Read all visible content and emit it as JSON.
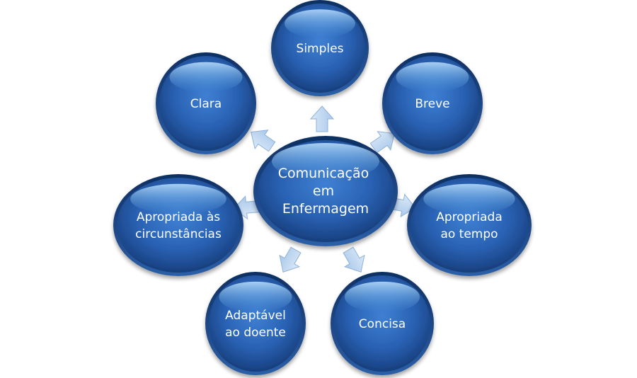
{
  "center": {
    "lines": [
      "Comunicação",
      "em",
      "Enfermagem"
    ]
  },
  "nodes": [
    {
      "id": "simples",
      "lines": [
        "Simples"
      ]
    },
    {
      "id": "breve",
      "lines": [
        "Breve"
      ]
    },
    {
      "id": "apropriada-ao-tempo",
      "lines": [
        "Apropriada",
        "ao tempo"
      ]
    },
    {
      "id": "concisa",
      "lines": [
        "Concisa"
      ]
    },
    {
      "id": "adaptavel-ao-doente",
      "lines": [
        "Adaptável",
        "ao doente"
      ]
    },
    {
      "id": "apropriada-as-circunstancias",
      "lines": [
        "Apropriada às",
        "circunstâncias"
      ]
    },
    {
      "id": "clara",
      "lines": [
        "Clara"
      ]
    }
  ],
  "colors": {
    "node_dark": "#1a3f7a",
    "node_mid": "#2b63b6",
    "node_light": "#4f8fdc",
    "arrow_fill": "#b9d3ee",
    "arrow_stroke": "#8fb1d8",
    "text": "#ffffff"
  }
}
